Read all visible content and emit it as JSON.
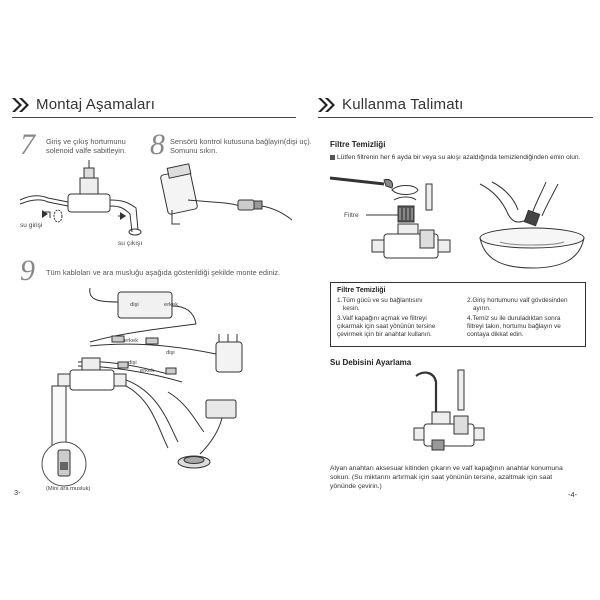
{
  "left_page": {
    "header_title": "Montaj Aşamaları",
    "step7": {
      "number": "7",
      "text_line1": "Giriş ve çıkış hortumunu",
      "text_line2": "solenoid valfe sabitleyin."
    },
    "step8": {
      "number": "8",
      "text_line1": "Sensörü kontrol kutusuna bağlayın(dişi uç).",
      "text_line2": "Somunu sıkın."
    },
    "step7_labels": {
      "inlet": "su girişi",
      "outlet": "su çıkışı"
    },
    "step9": {
      "number": "9",
      "text": "Tüm kabloları ve ara musluğu aşağıda gösterildiği şekilde monte ediniz."
    },
    "wiring_labels": {
      "female1": "dişi",
      "male1": "erkek",
      "male2": "erkek",
      "female2": "dişi",
      "female3": "dişi",
      "male3": "erkek"
    },
    "inset_caption": "(Mini ara musluk)",
    "page_number": "3-"
  },
  "right_page": {
    "header_title": "Kullanma Talimatı",
    "filter_cleaning_title": "Filtre Temizliği",
    "filter_cleaning_note": "Lütfen filtrenin her 6 ayda bir veya su akışı azaldığında temizlendiğinden emin olun.",
    "filter_label": "Filtre",
    "filter_box": {
      "title": "Filtre Temizliği",
      "item1_line1": "1.Tüm gücü ve su bağlantısını",
      "item1_line2": "kesin.",
      "item2_line1": "2.Giriş hortumunu valf gövdesinden",
      "item2_line2": "ayırın.",
      "item3_line1": "3.Valf kapağını açmak ve filtreyi",
      "item3_line2": "çıkarmak için saat yönünün tersine",
      "item3_line3": "çevirmek için bir anahtar kullanın.",
      "item4_line1": "4.Temiz su ile duruladıktan sonra",
      "item4_line2": "filtreyi takın, hortumu bağlayın ve",
      "item4_line3": "contaya dikkat edin."
    },
    "flow_title": "Su Debisini Ayarlama",
    "flow_text_line1": "Alyan anahtarı aksesuar kitinden çıkarın ve valf kapağının anahtar konumuna",
    "flow_text_line2": "sokun. (Su miktarını artırmak için saat yönünün tersine, azaltmak için saat",
    "flow_text_line3": "yönünde çevirin.)",
    "page_number": "-4-"
  },
  "icons": {
    "header_arrow": "double-chevron-right-icon"
  }
}
